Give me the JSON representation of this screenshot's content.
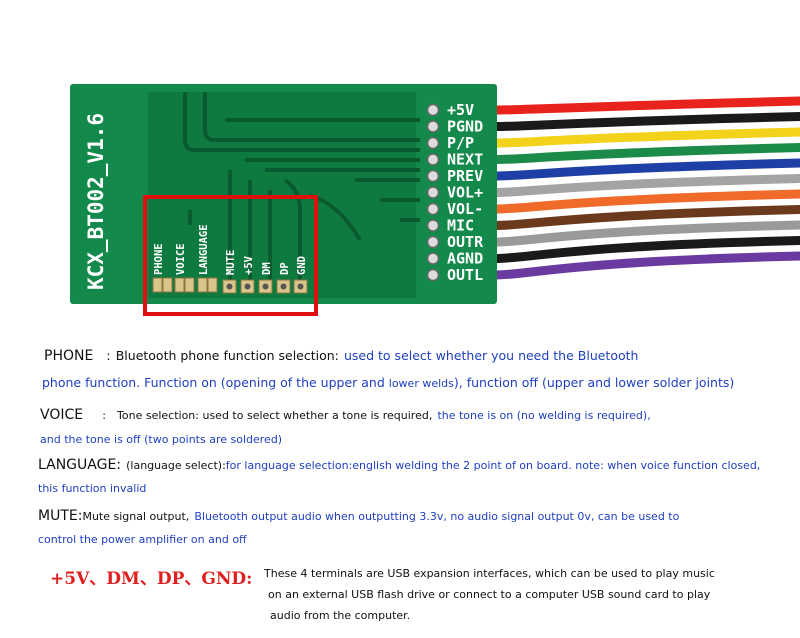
{
  "board": {
    "model": "KCX_BT002_V1.6",
    "pins": [
      "+5V",
      "PGND",
      "P/P",
      "NEXT",
      "PREV",
      "VOL+",
      "VOL-",
      "MIC",
      "OUTR",
      "AGND",
      "OUTL"
    ],
    "pads": [
      "PHONE",
      "VOICE",
      "LANGUAGE",
      "MUTE",
      "+5V",
      "DM",
      "DP",
      "GND"
    ]
  },
  "wire_colors": [
    "#e8231d",
    "#1a1a1a",
    "#f2d21a",
    "#1c8a48",
    "#1e3fa6",
    "#a4a4a4",
    "#f06b2a",
    "#6b3a1c",
    "#9a9a9a",
    "#1a1a1a",
    "#6a3aa0"
  ],
  "colors": {
    "pcb": "#138a4c",
    "pcb_dark": "#0f7a40",
    "highlight": "#e01010",
    "body_text": "#111111",
    "blue_text": "#1f3fbf",
    "usb_red": "#e02020"
  },
  "desc": {
    "phone_label": "PHONE",
    "phone_sep": ":",
    "phone_black": "Bluetooth phone function selection:",
    "phone_blue1": "used to select whether you need the Bluetooth",
    "phone_line2a": "phone function. Function on (opening of the upper and",
    "phone_line2b": "lower welds",
    "phone_line2c": "), function off (upper and lower solder joints)",
    "voice_label": "VOICE",
    "voice_sep": ":",
    "voice_black": "Tone selection: used to select whether a tone is required,",
    "voice_blue1": "the tone is on (no welding is required),",
    "voice_line2": "and the tone is off (two points are soldered)",
    "lang_label": "LANGUAGE:",
    "lang_black": "(language select):",
    "lang_blue1": "for language selection:english welding the 2 point of on board. note: when voice function closed,",
    "lang_line2": "this function invalid",
    "mute_label": "MUTE:",
    "mute_black": "Mute signal output,",
    "mute_blue1": "Bluetooth output audio when outputting 3.3v, no audio signal output 0v, can be used to",
    "mute_line2": "control the power amplifier on and off",
    "usb_label": "+5V、DM、DP、GND:",
    "usb_line1": "These 4 terminals are USB expansion interfaces, which can be used to play music",
    "usb_line2": "on an external USB flash drive or connect to a computer USB sound card to play",
    "usb_line3": "audio from the computer."
  }
}
